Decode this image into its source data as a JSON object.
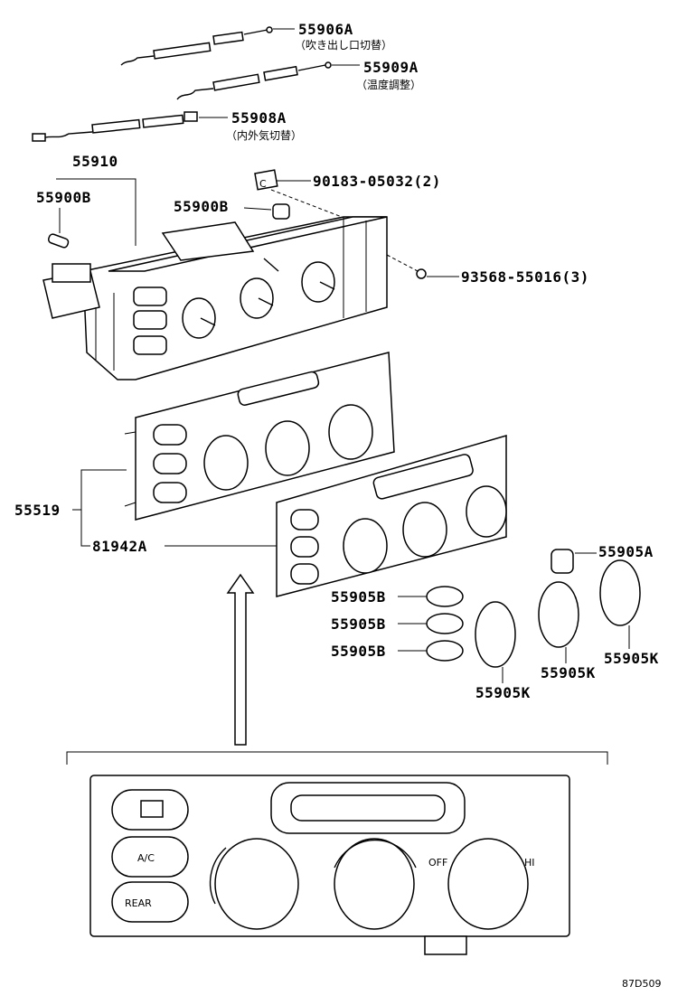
{
  "callouts": {
    "c55906A": "55906A",
    "c55906A_note": "（吹き出し口切替）",
    "c55909A": "55909A",
    "c55909A_note": "（温度調整）",
    "c55908A": "55908A",
    "c55908A_note": "（内外気切替）",
    "c55910": "55910",
    "c55900B_left": "55900B",
    "c55900B_mid": "55900B",
    "c90183": "90183-05032(2)",
    "c93568": "93568-55016(3)",
    "c55519": "55519",
    "c81942A": "81942A",
    "c55905A": "55905A",
    "c55905B_1": "55905B",
    "c55905B_2": "55905B",
    "c55905B_3": "55905B",
    "c55905K_left": "55905K",
    "c55905K_mid": "55905K",
    "c55905K_right": "55905K"
  },
  "front_panel": {
    "ac_label": "A/C",
    "rear_label": "REAR",
    "off_label": "OFF",
    "hi_label": "HI",
    "clip_letter": "C"
  },
  "diagram_code": "87D509"
}
